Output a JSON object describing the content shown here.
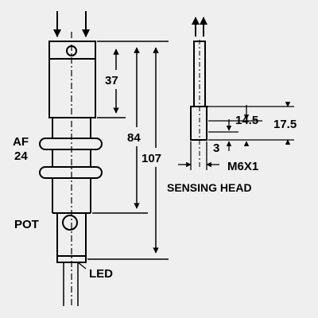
{
  "labels": {
    "dim_37": "37",
    "dim_84": "84",
    "dim_107": "107",
    "af_line1": "AF",
    "af_line2": "24",
    "pot": "POT",
    "led": "LED",
    "dim_14_5": "14.5",
    "dim_17_5": "17.5",
    "dim_3": "3",
    "thread": "M6X1",
    "sensing_head": "SENSING HEAD"
  },
  "colors": {
    "background": "#efefef",
    "ink": "#000000"
  }
}
